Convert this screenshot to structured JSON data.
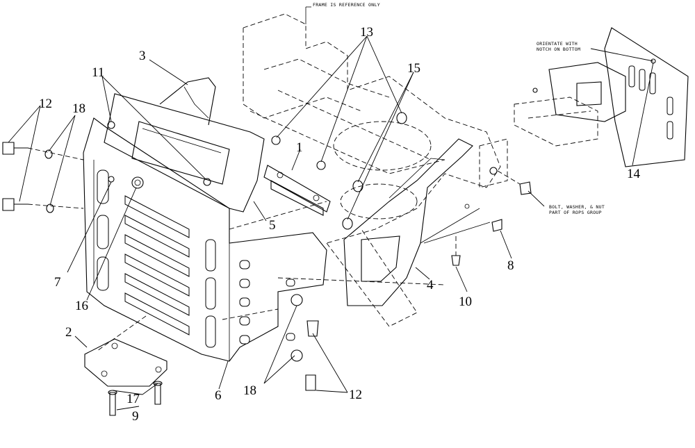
{
  "notes": {
    "frame_reference": "FRAME IS REFERENCE ONLY",
    "orientate_line1": "ORIENTATE WITH",
    "orientate_line2": "NOTCH ON BOTTOM",
    "bolt_line1": "BOLT, WASHER, & NUT",
    "bolt_line2": "PART OF ROPS GROUP"
  },
  "callouts": {
    "c1": "1",
    "c2": "2",
    "c3": "3",
    "c4": "4",
    "c5": "5",
    "c6": "6",
    "c7": "7",
    "c8": "8",
    "c9": "9",
    "c10": "10",
    "c11": "11",
    "c12_left": "12",
    "c12_right": "12",
    "c13": "13",
    "c14": "14",
    "c15": "15",
    "c16": "16",
    "c17": "17",
    "c18_left": "18",
    "c18_bottom": "18"
  }
}
